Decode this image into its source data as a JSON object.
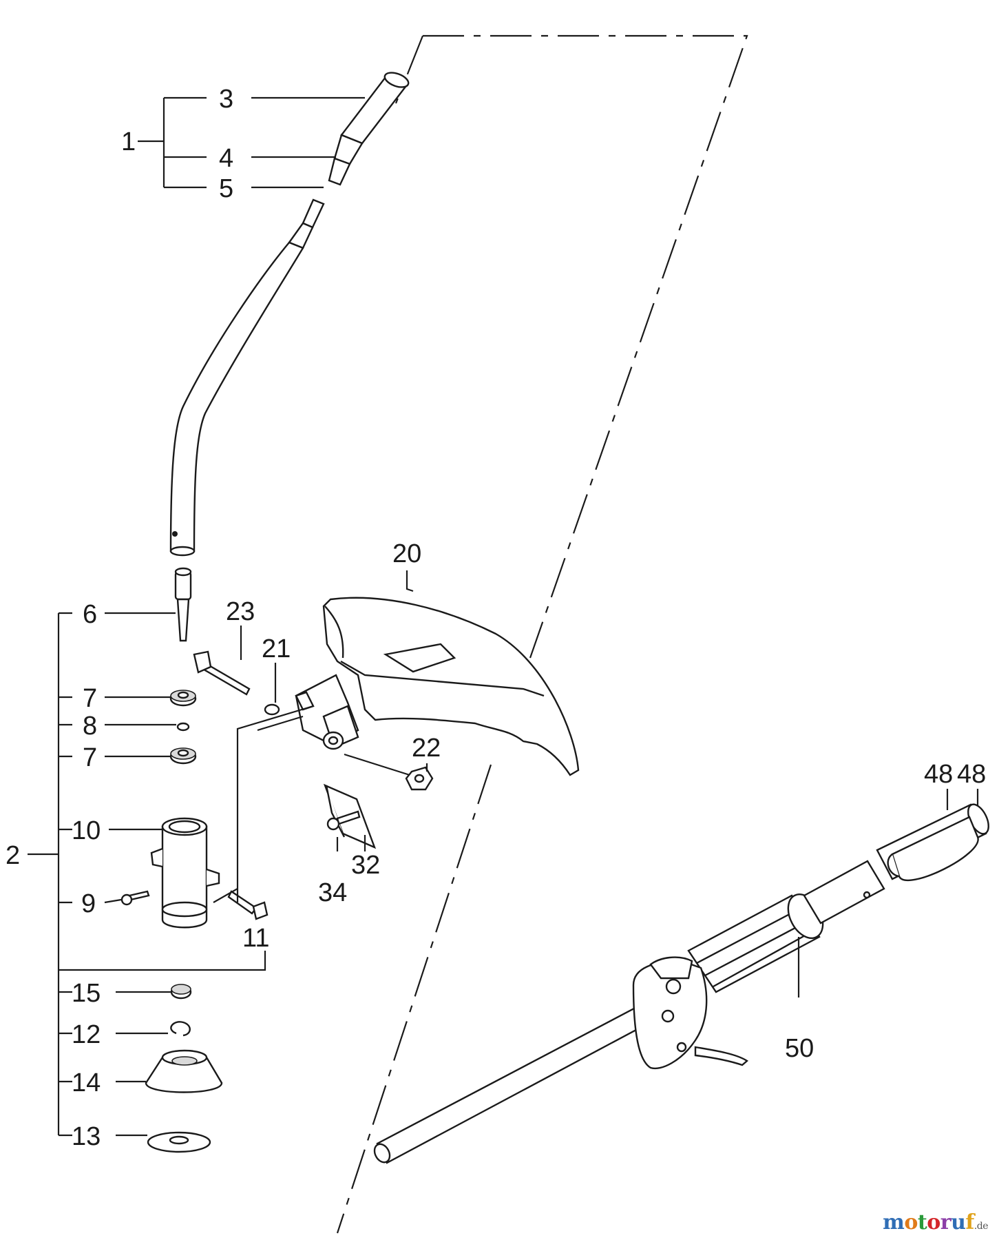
{
  "labels": {
    "l1": "1",
    "l2": "2",
    "l3": "3",
    "l4": "4",
    "l5": "5",
    "l6": "6",
    "l7a": "7",
    "l7b": "7",
    "l8": "8",
    "l9": "9",
    "l10": "10",
    "l11": "11",
    "l12": "12",
    "l13": "13",
    "l14": "14",
    "l15": "15",
    "l20": "20",
    "l21": "21",
    "l22": "22",
    "l23": "23",
    "l32": "32",
    "l34": "34",
    "l48a": "48",
    "l48b": "48",
    "l50": "50"
  },
  "watermark": {
    "m": "m",
    "o1": "o",
    "t": "t",
    "o2": "o",
    "r": "r",
    "u": "u",
    "f": "f",
    "suffix": ".de",
    "colors": [
      "#2f6db5",
      "#e07b1a",
      "#2a9a3a",
      "#d4262a",
      "#8c3fa8",
      "#2f6db5",
      "#e0a21a"
    ]
  }
}
